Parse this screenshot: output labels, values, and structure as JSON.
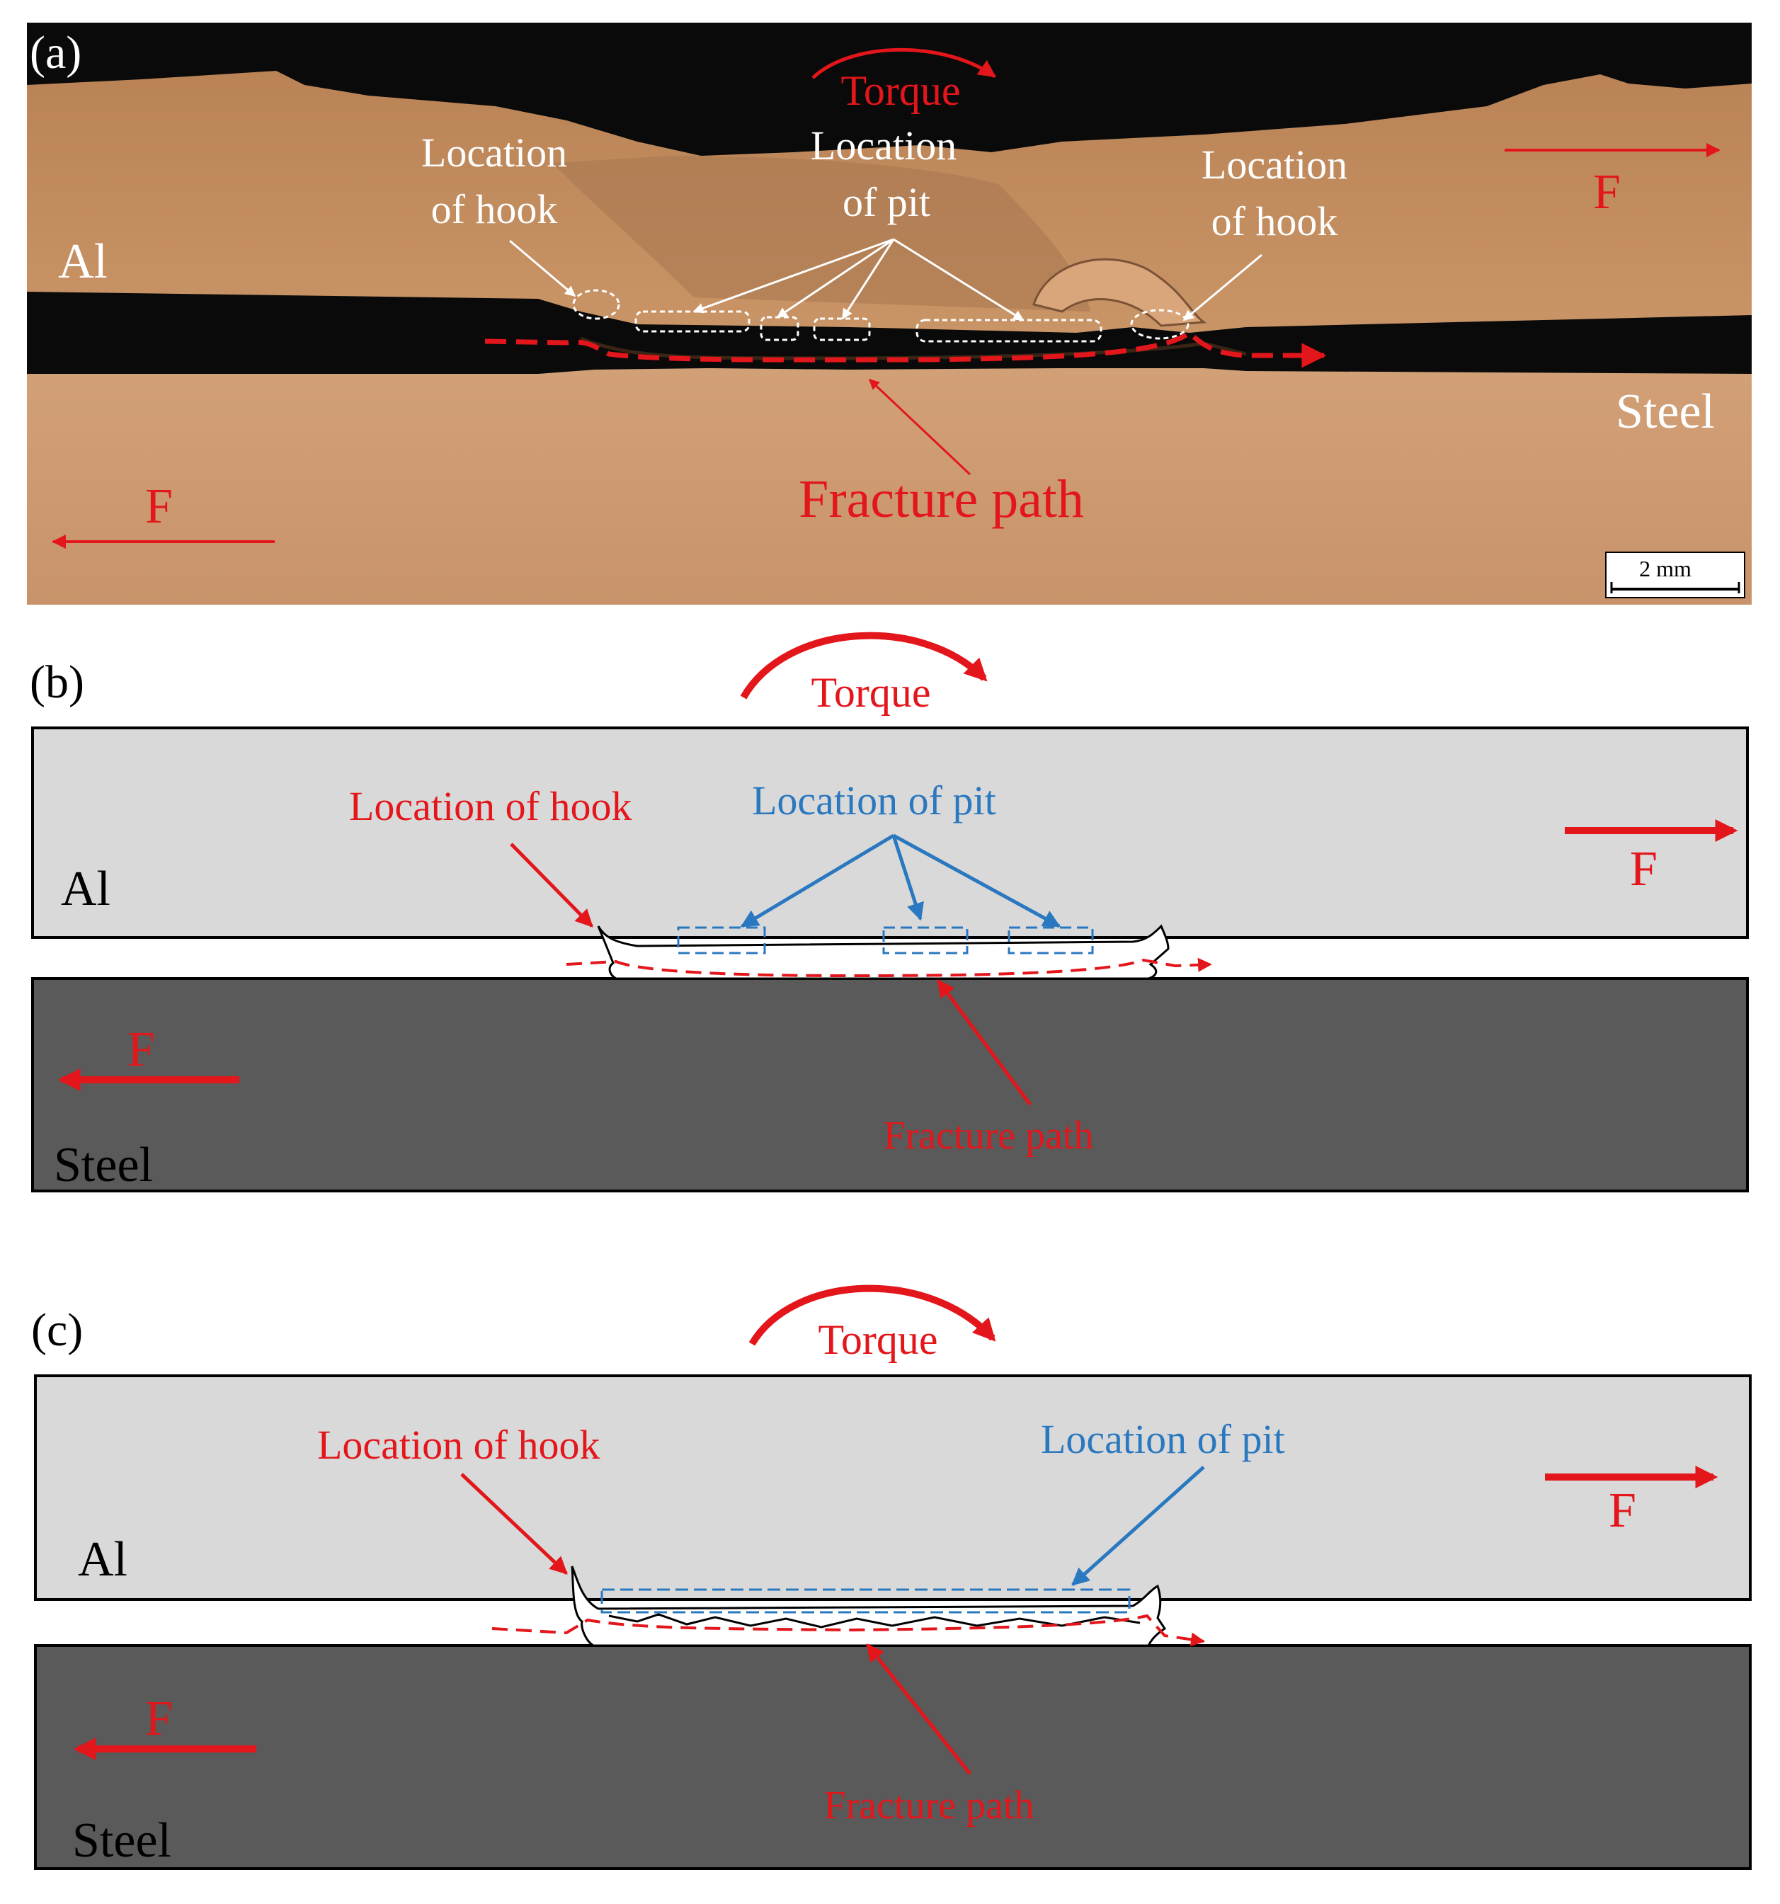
{
  "colors": {
    "al_micro": "#c08a5e",
    "steel_micro": "#d09a72",
    "gap": "#0a0a0a",
    "al_schematic": "#d9d9d9",
    "steel_schematic": "#5a5a5a",
    "red": "#e3161b",
    "blue": "#2a78bf",
    "white": "#ffffff"
  },
  "panel_a": {
    "label": "(a)",
    "torque": "Torque",
    "hook_left": [
      "Location",
      "of hook"
    ],
    "pit": [
      "Location",
      "of pit"
    ],
    "hook_right": [
      "Location",
      "of hook"
    ],
    "al": "Al",
    "steel": "Steel",
    "force_right": "F",
    "force_left": "F",
    "fracture": "Fracture path",
    "scale": "2 mm"
  },
  "panel_b": {
    "label": "(b)",
    "torque": "Torque",
    "hook": "Location of hook",
    "pit": "Location of pit",
    "al": "Al",
    "steel": "Steel",
    "force_right": "F",
    "force_left": "F",
    "fracture": "Fracture path"
  },
  "panel_c": {
    "label": "(c)",
    "torque": "Torque",
    "hook": "Location of hook",
    "pit": "Location of pit",
    "al": "Al",
    "steel": "Steel",
    "force_right": "F",
    "force_left": "F",
    "fracture": "Fracture path"
  }
}
